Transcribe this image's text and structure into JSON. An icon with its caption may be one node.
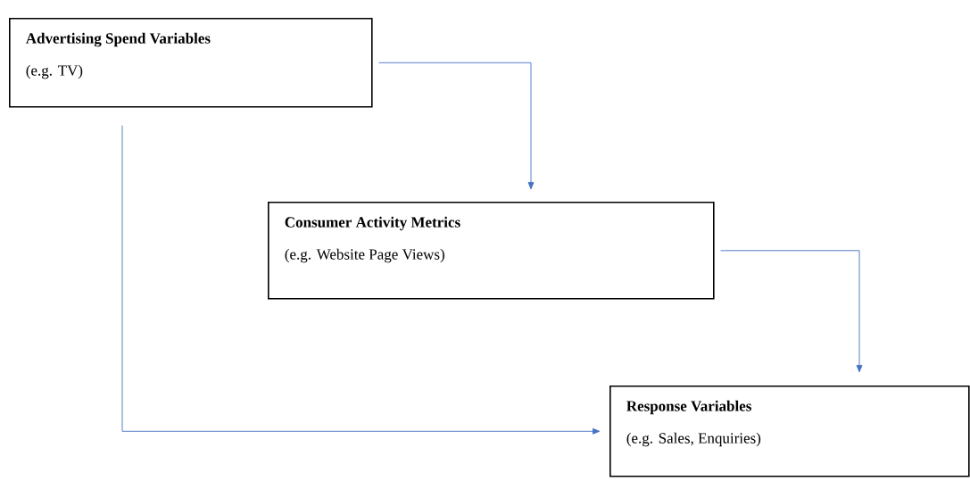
{
  "diagram": {
    "nodes": [
      {
        "text": [
          "Advertising Spend Variables",
          "(e.g. TV)"
        ]
      },
      {
        "text": [
          "Consumer Activity Metrics",
          "(e.g. Website Page Views)"
        ]
      },
      {
        "text": [
          "Response Variables",
          "(e.g. Sales, Enquiries)"
        ]
      }
    ],
    "edges": [
      {
        "from": 0,
        "to": 1,
        "arrow": "to"
      },
      {
        "from": 1,
        "to": 2,
        "arrow": "to"
      },
      {
        "from": 0,
        "to": 2,
        "arrow": "to"
      }
    ]
  }
}
